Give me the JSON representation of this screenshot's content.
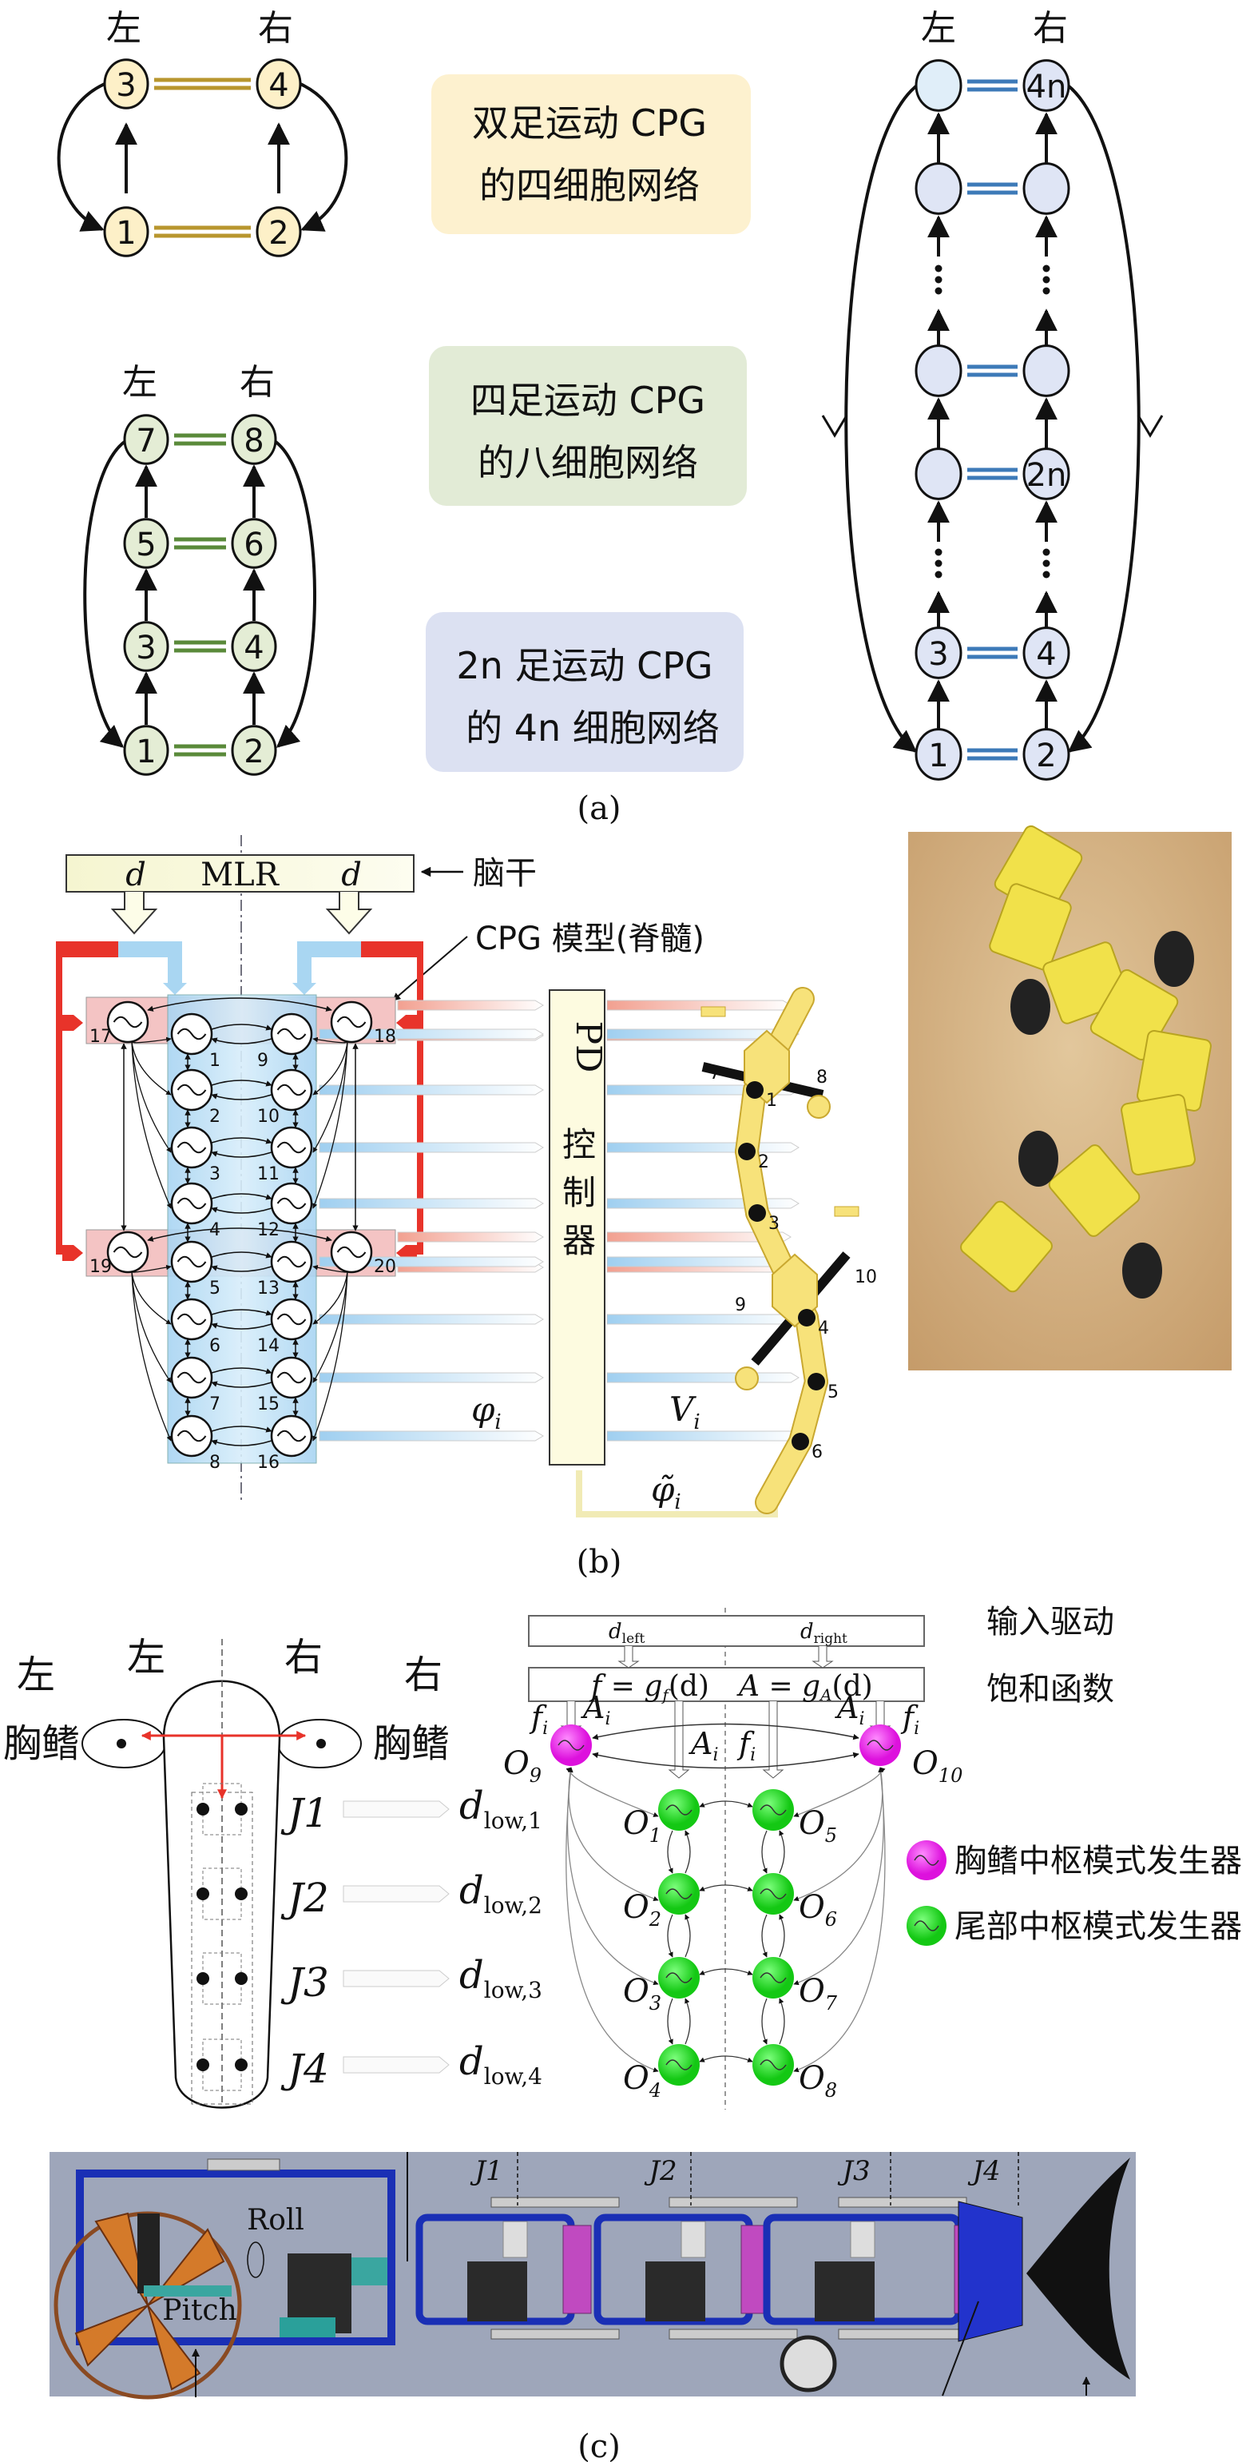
{
  "panel_a": {
    "caption": "(a)",
    "left": "左",
    "right": "右",
    "boxes": [
      {
        "line1": "双足运动 CPG",
        "line2": "的四细胞网络",
        "color": "#fdf1cf"
      },
      {
        "line1": "四足运动 CPG",
        "line2": "的八细胞网络",
        "color": "#e2ebd6"
      },
      {
        "line1": "2n 足运动 CPG",
        "line2": "的 4n 细胞网络",
        "color": "#dce1f2"
      }
    ],
    "net4": {
      "nodes": [
        "3",
        "4",
        "1",
        "2"
      ],
      "fill": "#fdf0c8",
      "link": "#b8962e"
    },
    "net8": {
      "nodes": [
        "7",
        "8",
        "5",
        "6",
        "3",
        "4",
        "1",
        "2"
      ],
      "fill": "#e4edd5",
      "link": "#5a8a3a"
    },
    "net4n": {
      "nodes": [
        "",
        "4n",
        "",
        "",
        "",
        "",
        "",
        "2n",
        "3",
        "4",
        "1",
        "2"
      ],
      "fill": "#dfe5f5",
      "link": "#3d7ab8"
    }
  },
  "panel_b": {
    "caption": "(b)",
    "mlr": "MLR",
    "d": "d",
    "brainstem": "脑干",
    "cpg_model": "CPG 模型(脊髓)",
    "pd": "PD",
    "controller": "控制器",
    "phi": "φ",
    "v": "V",
    "sub_i": "i",
    "phi_tilde": "φ̃",
    "left_nodes": [
      "1",
      "2",
      "3",
      "4",
      "5",
      "6",
      "7",
      "8"
    ],
    "right_nodes": [
      "9",
      "10",
      "11",
      "12",
      "13",
      "14",
      "15",
      "16"
    ],
    "limb_nodes": [
      "17",
      "18",
      "19",
      "20"
    ],
    "robot_joints": [
      "1",
      "2",
      "3",
      "4",
      "5",
      "6"
    ],
    "robot_legs": [
      "7",
      "8",
      "9",
      "10"
    ],
    "colors": {
      "spine": "#bfe0f5",
      "girdle": "#f4c4c4",
      "feedback_red": "#e8332a",
      "feedback_blue": "#9fd0f0",
      "robot": "#f7e27a"
    }
  },
  "panel_c": {
    "caption": "(c)",
    "left": "左",
    "right": "右",
    "left_fin": "胸鳍",
    "right_fin": "胸鳍",
    "joints": [
      "J1",
      "J2",
      "J3",
      "J4"
    ],
    "d_low": "d",
    "d_low_subs": [
      "low,1",
      "low,2",
      "low,3",
      "low,4"
    ],
    "input_drive": "输入驱动",
    "saturation": "饱和函数",
    "d_left": "left",
    "d_right": "right",
    "f_eq": "f = g",
    "f_sub": "f",
    "a_eq": "A = g",
    "a_sub": "A",
    "arg": "(d)",
    "f_i": "f",
    "A_i": "A",
    "oscillators_left": [
      "1",
      "2",
      "3",
      "4"
    ],
    "oscillators_right": [
      "5",
      "6",
      "7",
      "8"
    ],
    "fin_oscillators": [
      "9",
      "10"
    ],
    "legend": [
      {
        "label": "胸鳍中枢模式发生器",
        "color": "#ee22ee"
      },
      {
        "label": "尾部中枢模式发生器",
        "color": "#22dd22"
      }
    ],
    "cad": {
      "roll": "Roll",
      "pitch": "Pitch",
      "joints": [
        "J1",
        "J2",
        "J3",
        "J4"
      ]
    }
  }
}
